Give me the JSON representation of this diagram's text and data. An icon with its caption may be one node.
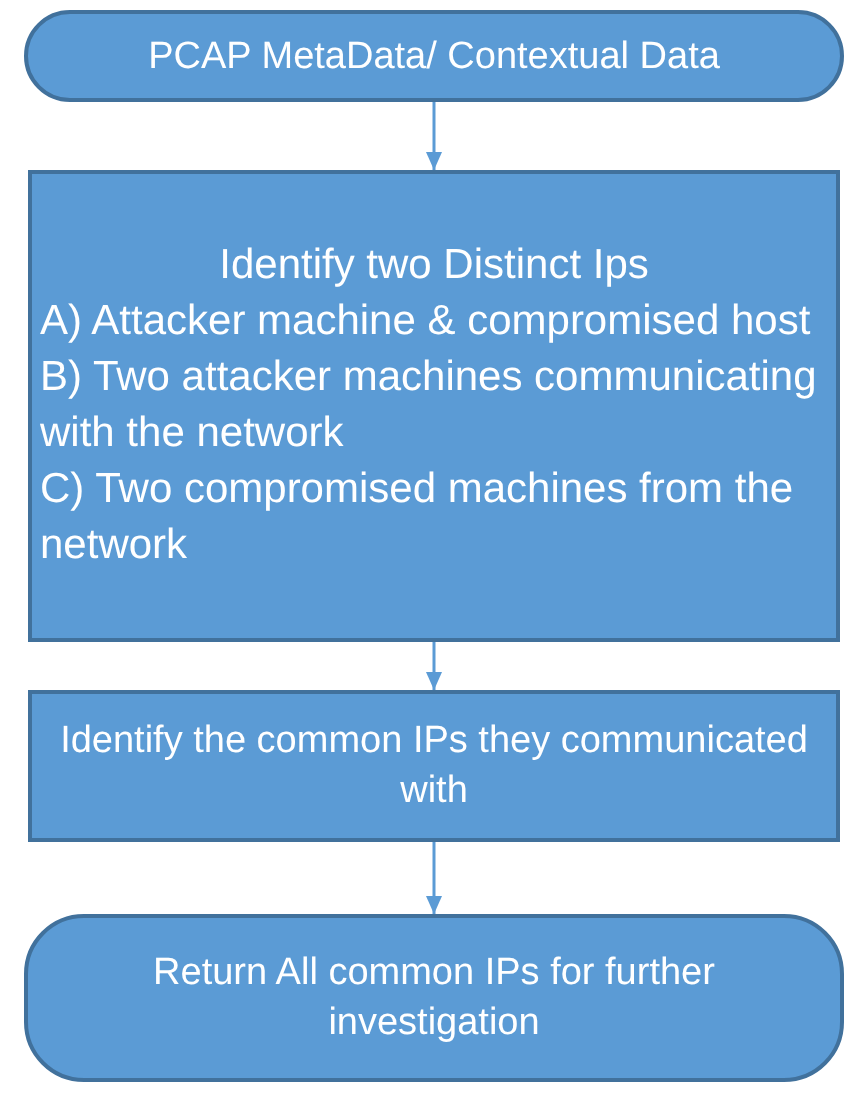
{
  "diagram": {
    "nodes": [
      {
        "text": [
          "PCAP MetaData/ Contextual Data"
        ]
      },
      {
        "text": [
          "Identify two Distinct Ips",
          "A) Attacker machine & compromised host",
          "B) Two attacker machines communicating with the network",
          "C) Two compromised machines from the network"
        ]
      },
      {
        "text": [
          "Identify the common IPs they communicated with"
        ]
      },
      {
        "text": [
          "Return All common IPs for further investigation"
        ]
      }
    ],
    "edges": [
      {
        "from": 0,
        "to": 1,
        "arrow": "to"
      },
      {
        "from": 1,
        "to": 2,
        "arrow": "to"
      },
      {
        "from": 2,
        "to": 3,
        "arrow": "to"
      }
    ]
  }
}
